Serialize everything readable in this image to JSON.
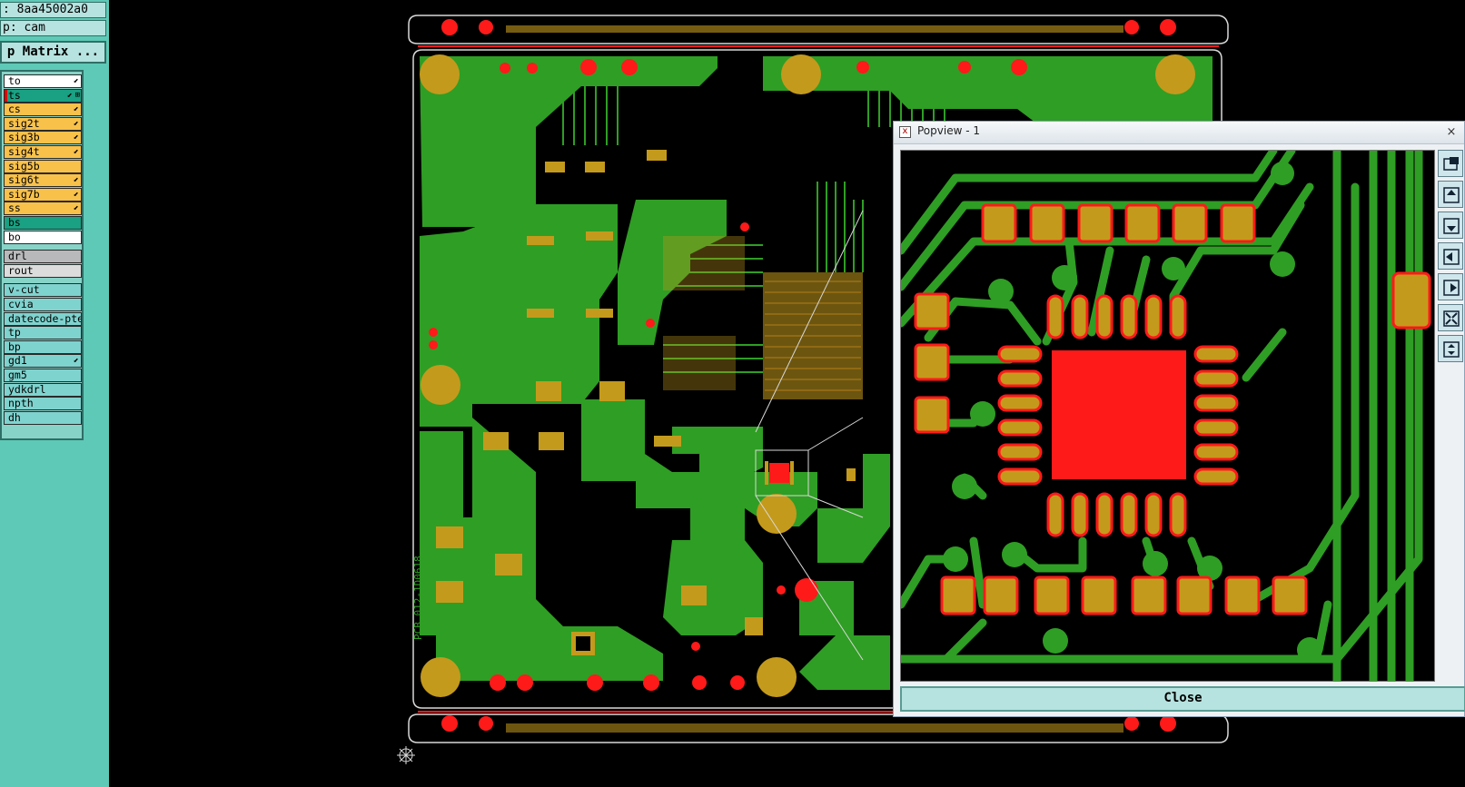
{
  "job_field": ": 8aa45002a0",
  "step_field": "p: cam",
  "matrix_button_label": "p Matrix ...",
  "layers": [
    {
      "name": "to",
      "bg": "#ffffff",
      "pin": "⬋",
      "active_red": false
    },
    {
      "name": "ts",
      "bg": "#1aa082",
      "pin": "⬋",
      "active_red": true,
      "mark": "⊞"
    },
    {
      "name": "cs",
      "bg": "#f8c14a",
      "pin": "⬋",
      "active_red": false
    },
    {
      "name": "sig2t",
      "bg": "#f8c14a",
      "pin": "⬋",
      "active_red": false
    },
    {
      "name": "sig3b",
      "bg": "#f8c14a",
      "pin": "⬋",
      "active_red": false
    },
    {
      "name": "sig4t",
      "bg": "#f8c14a",
      "pin": "⬋",
      "active_red": false
    },
    {
      "name": "sig5b",
      "bg": "#f8c14a",
      "pin": "",
      "active_red": false
    },
    {
      "name": "sig6t",
      "bg": "#f8c14a",
      "pin": "⬋",
      "active_red": false
    },
    {
      "name": "sig7b",
      "bg": "#f8c14a",
      "pin": "⬋",
      "active_red": false
    },
    {
      "name": "ss",
      "bg": "#f8c14a",
      "pin": "⬋",
      "active_red": false
    },
    {
      "name": "bs",
      "bg": "#1aa082",
      "pin": "",
      "active_red": false
    },
    {
      "name": "bo",
      "bg": "#ffffff",
      "pin": "",
      "active_red": false
    },
    {
      "name": "drl",
      "bg": "#b7b9bb",
      "pin": "",
      "active_red": false
    },
    {
      "name": "rout",
      "bg": "#dcdcdc",
      "pin": "",
      "active_red": false
    },
    {
      "name": "v-cut",
      "bg": "#7fd3cf",
      "pin": "",
      "active_red": false
    },
    {
      "name": "cvia",
      "bg": "#7fd3cf",
      "pin": "",
      "active_red": false
    },
    {
      "name": "datecode-pte",
      "bg": "#7fd3cf",
      "pin": "",
      "active_red": false
    },
    {
      "name": "tp",
      "bg": "#7fd3cf",
      "pin": "",
      "active_red": false
    },
    {
      "name": "bp",
      "bg": "#7fd3cf",
      "pin": "",
      "active_red": false
    },
    {
      "name": "gd1",
      "bg": "#7fd3cf",
      "pin": "⬋",
      "active_red": false
    },
    {
      "name": "gm5",
      "bg": "#7fd3cf",
      "pin": "",
      "active_red": false
    },
    {
      "name": "ydkdrl",
      "bg": "#7fd3cf",
      "pin": "",
      "active_red": false
    },
    {
      "name": "npth",
      "bg": "#7fd3cf",
      "pin": "",
      "active_red": false
    },
    {
      "name": "dh",
      "bg": "#7fd3cf",
      "pin": "",
      "active_red": false
    }
  ],
  "board_silk_text": "PCB 012-1D0618",
  "popview": {
    "title": "Popview - 1",
    "close_label": "Close",
    "close_x": "×",
    "app_icon": "x",
    "toolbar_icons": [
      "fit-window-icon",
      "zoom-in-icon",
      "zoom-out-icon",
      "pan-left-icon",
      "pan-right-icon",
      "zoom-extents-icon",
      "zoom-home-icon"
    ]
  },
  "colors": {
    "panel_bg": "#5ec9b6",
    "copper_green": "#2f9e24",
    "pad_gold": "#c49a1c",
    "pad_red": "#ff1a1a",
    "outline": "#d8d8d8"
  }
}
